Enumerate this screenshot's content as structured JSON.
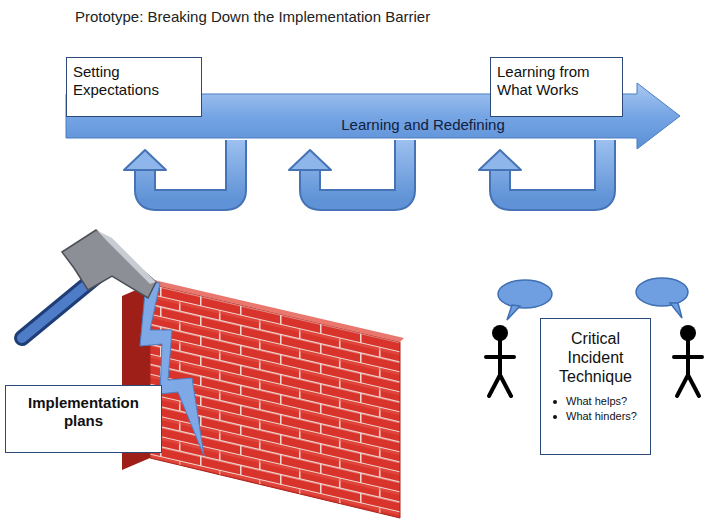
{
  "diagram": {
    "title": "Prototype: Breaking Down the Implementation Barrier",
    "nodes": [
      {
        "text": [
          "Setting Expectations"
        ]
      },
      {
        "text": [
          "Learning from What Works"
        ]
      },
      {
        "text": [
          "Learning and Redefining"
        ]
      },
      {
        "text": [
          "Implementation plans"
        ]
      },
      {
        "text": [
          "Critical Incident Technique",
          "What helps?",
          "What hinders?"
        ]
      }
    ]
  }
}
